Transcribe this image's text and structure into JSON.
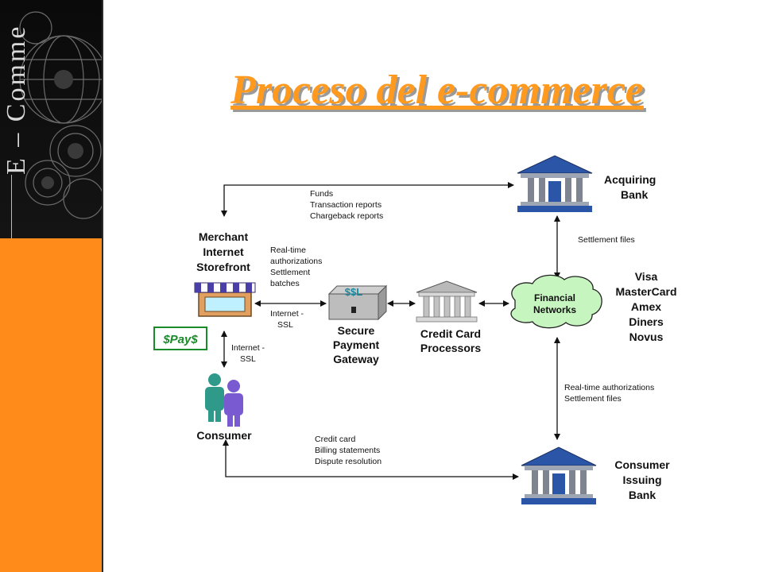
{
  "sidebar": {
    "vertical_text": "E – Comme"
  },
  "title": "Proceso del e-commerce",
  "diagram": {
    "acquiring_bank": [
      "Acquiring",
      "Bank"
    ],
    "merchant": [
      "Merchant",
      "Internet",
      "Storefront"
    ],
    "pay_badge": "$Pay$",
    "consumer": "Consumer",
    "gateway_badge": "$$L",
    "gateway": [
      "Secure",
      "Payment",
      "Gateway"
    ],
    "processors": [
      "Credit Card",
      "Processors"
    ],
    "financial_networks": [
      "Financial",
      "Networks"
    ],
    "card_networks": [
      "Visa",
      "MasterCard",
      "Amex",
      "Diners",
      "Novus"
    ],
    "issuing_bank": [
      "Consumer",
      "Issuing",
      "Bank"
    ],
    "top_flow": [
      "Funds",
      "Transaction reports",
      "Chargeback reports"
    ],
    "merchant_gateway_flow": [
      "Real-time",
      "authorizations",
      "Settlement",
      "batches"
    ],
    "merchant_gateway_ssl": [
      "Internet -",
      "SSL"
    ],
    "consumer_merchant_ssl": [
      "Internet -",
      "SSL"
    ],
    "acquiring_settlement": "Settlement files",
    "issuing_flow": [
      "Real-time authorizations",
      "Settlement files"
    ],
    "bottom_flow": [
      "Credit card",
      "Billing statements",
      "Dispute resolution"
    ]
  }
}
